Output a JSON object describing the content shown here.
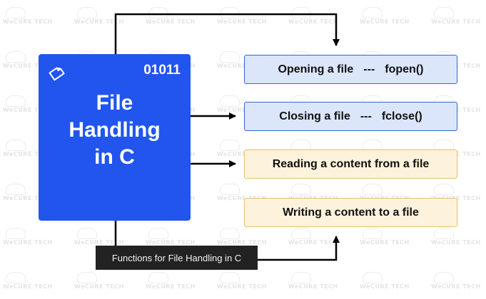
{
  "main": {
    "code": "01011",
    "title_lines": [
      "File",
      "Handling",
      "in C"
    ]
  },
  "functions": [
    {
      "label": "Opening a file",
      "sep": "---",
      "fn": "fopen()"
    },
    {
      "label": "Closing a file",
      "sep": "---",
      "fn": "fclose()"
    },
    {
      "label": "Reading a content from a file"
    },
    {
      "label": "Writing a content to a file"
    }
  ],
  "caption": "Functions for File Handling in C",
  "watermark": "WeCURE TECH",
  "colors": {
    "main_box": "#2255ee",
    "blue_box_fill": "#dce6fb",
    "blue_box_border": "#3a62d8",
    "yellow_box_fill": "#fdf2dc",
    "yellow_box_border": "#e7bf6e",
    "caption_bg": "#222222"
  }
}
